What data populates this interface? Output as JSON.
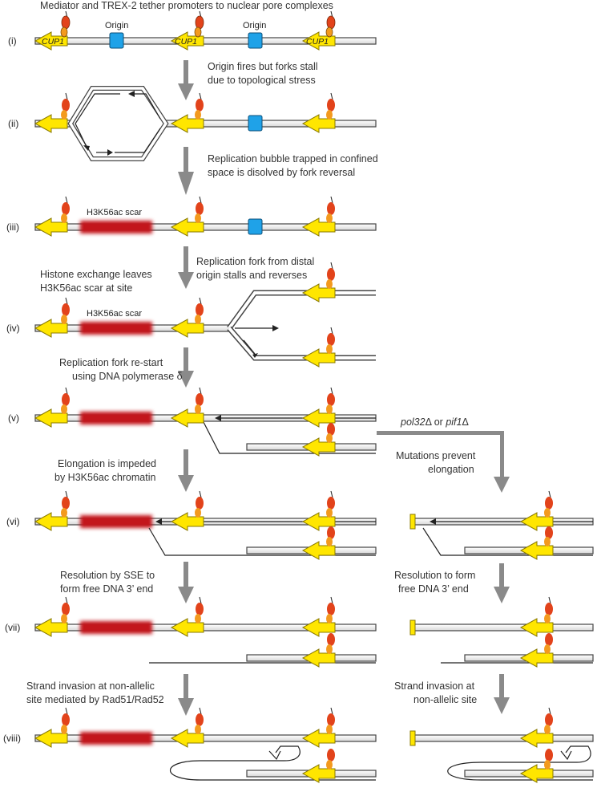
{
  "title": "Mediator and TREX-2 tether promoters to nuclear pore complexes",
  "origin_label": "Origin",
  "gene_label": "CUP1",
  "scar_label": "H3K56ac scar",
  "colors": {
    "gene_arrow": "#FFE600",
    "gene_outline": "#8A7A00",
    "origin": "#1FA2E8",
    "scar": "#C3121E",
    "nup_red": "#E2431B",
    "nup_orange": "#F39A1E",
    "arrow_gray": "#8A8A8A",
    "dna": "#333333"
  },
  "steps": [
    "(i)",
    "(ii)",
    "(iii)",
    "(iv)",
    "(v)",
    "(vi)",
    "(vii)",
    "(viii)"
  ],
  "left_captions": [
    [
      "Origin fires but forks stall",
      "due to topological stress"
    ],
    [
      "Replication bubble trapped in confined",
      "space is disolved by fork reversal"
    ],
    [
      "Replication fork from distal",
      "origin stalls and reverses"
    ],
    [
      "Histone exchange leaves",
      "H3K56ac scar at site"
    ],
    [
      "Replication fork re-start",
      "using DNA polymerase δ"
    ],
    [
      "Elongation is impeded",
      "by H3K56ac chromatin"
    ],
    [
      "Resolution by SSE to",
      "form free DNA 3’ end"
    ],
    [
      "Strand invasion at non-allelic",
      "site mediated by Rad51/Rad52"
    ]
  ],
  "mutation_label_prefix": "pol32",
  "mutation_label_mid": "Δ or ",
  "mutation_label_gene2": "pif1",
  "mutation_label_suffix": "Δ",
  "right_captions": [
    [
      "Mutations prevent",
      "elongation"
    ],
    [
      "Resolution to form",
      "free DNA 3’ end"
    ],
    [
      "Strand invasion at",
      "non-allelic site"
    ]
  ]
}
